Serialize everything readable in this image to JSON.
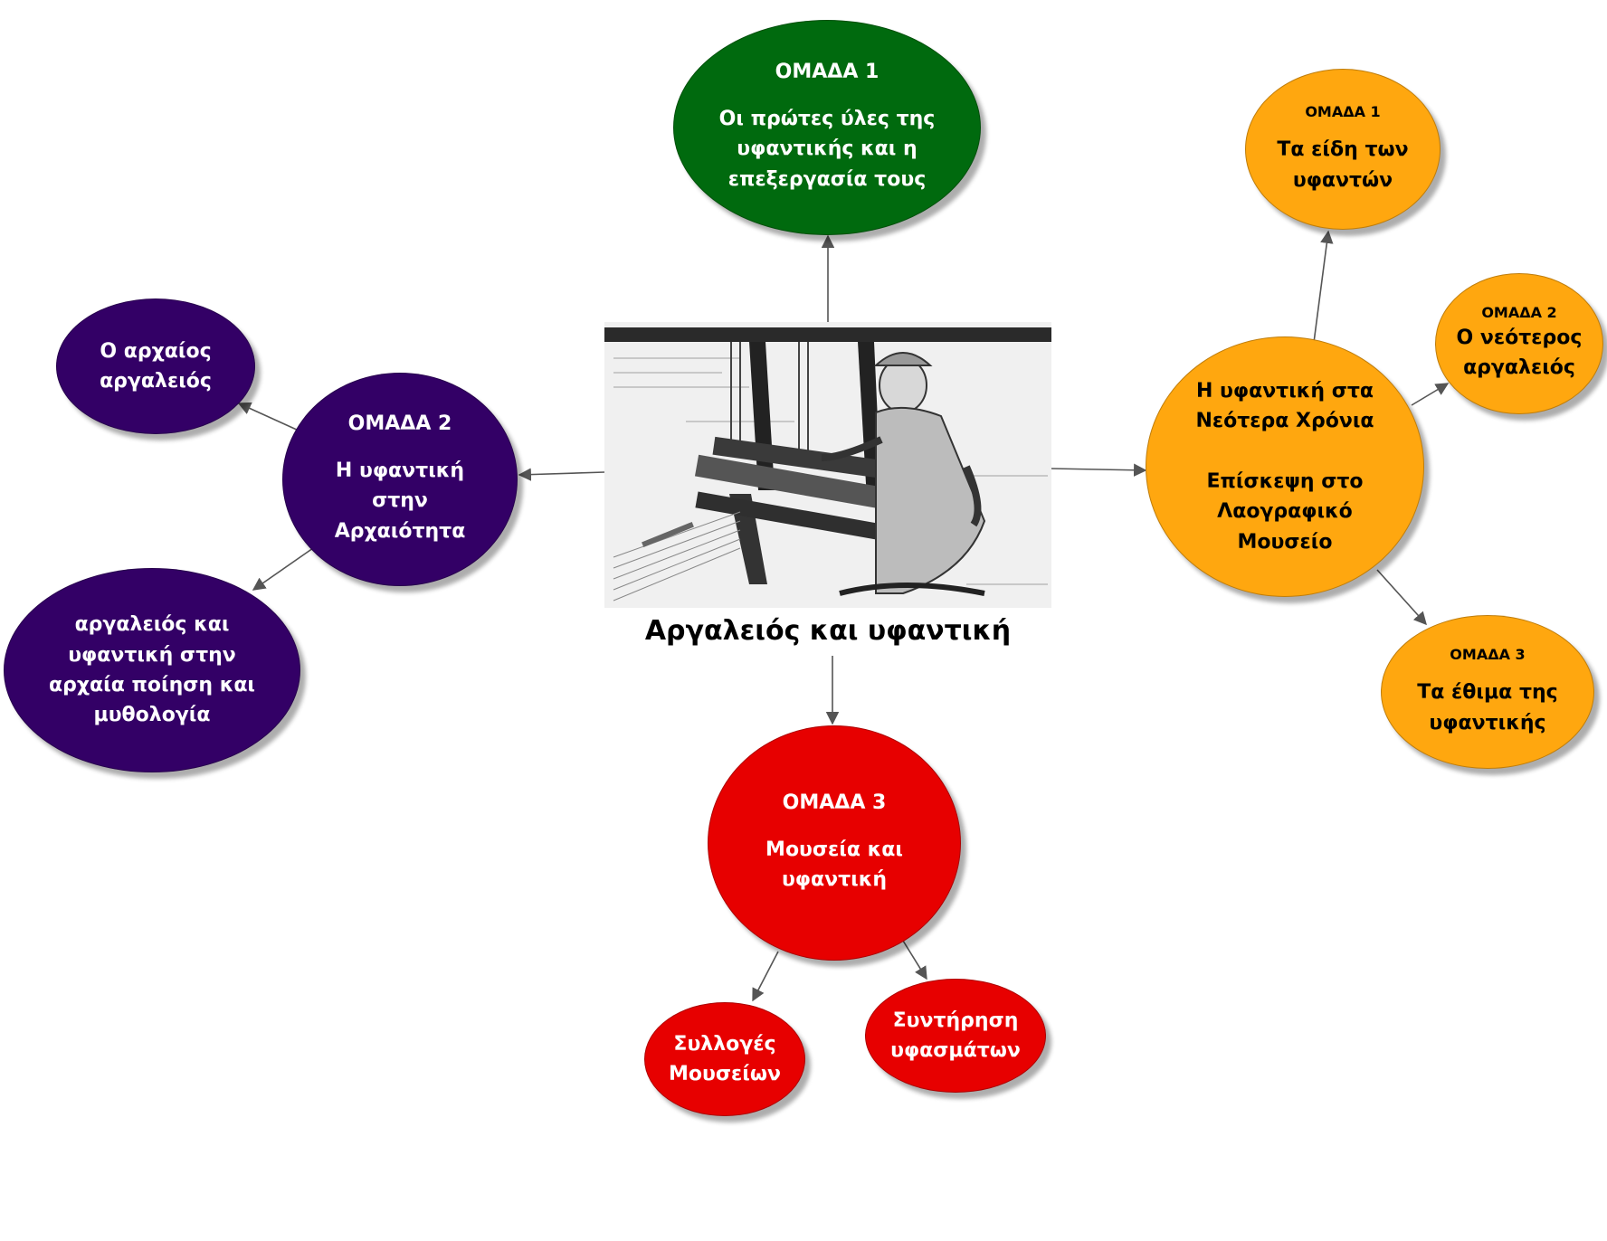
{
  "diagram": {
    "center": {
      "title": "Αργαλειός και υφαντική"
    },
    "colors": {
      "green": "#006a0e",
      "purple": "#330066",
      "red": "#e70000",
      "orange": "#ffa70f",
      "line": "#555555"
    },
    "nodes": {
      "group1": {
        "heading": "ΟΜΑΔΑ 1",
        "text": "Οι πρώτες ύλες της\nυφαντικής και η\nεπεξεργασία τους"
      },
      "group2": {
        "heading": "ΟΜΑΔΑ 2",
        "text": "Η υφαντική\nστην\nΑρχαιότητα"
      },
      "ancient_loom": {
        "text": "Ο αρχαίος\nαργαλειός"
      },
      "ancient_poetry": {
        "text": "αργαλειός και\nυφαντική στην\nαρχαία ποίηση και\nμυθολογία"
      },
      "group3": {
        "heading": "ΟΜΑΔΑ 3",
        "text": "Μουσεία και\nυφαντική"
      },
      "collections": {
        "text": "Συλλογές\nΜουσείων"
      },
      "preservation": {
        "text": "Συντήρηση\nυφασμάτων"
      },
      "modern": {
        "text": "Η υφαντική στα\nΝεότερα Χρόνια\n\nΕπίσκεψη στο\nΛαογραφικό\nΜουσείο"
      },
      "modern_g1": {
        "heading": "ΟΜΑΔΑ 1",
        "text": "Τα είδη των\nυφαντών"
      },
      "modern_g2": {
        "heading": "ΟΜΑΔΑ 2",
        "text": "Ο νεότερος\nαργαλειός"
      },
      "modern_g3": {
        "heading": "ΟΜΑΔΑ 3",
        "text": "Τα έθιμα της\nυφαντικής"
      }
    }
  }
}
